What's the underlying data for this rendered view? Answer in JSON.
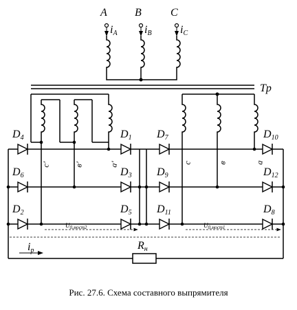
{
  "phases": {
    "a": {
      "name": "A",
      "current": "i",
      "current_sub": "A"
    },
    "b": {
      "name": "B",
      "current": "i",
      "current_sub": "B"
    },
    "c": {
      "name": "C",
      "current": "i",
      "current_sub": "C"
    }
  },
  "transformer_label": "Tp",
  "diodes": {
    "d1": {
      "label": "D",
      "sub": "1"
    },
    "d2": {
      "label": "D",
      "sub": "2"
    },
    "d3": {
      "label": "D",
      "sub": "3"
    },
    "d4": {
      "label": "D",
      "sub": "4"
    },
    "d5": {
      "label": "D",
      "sub": "5"
    },
    "d6": {
      "label": "D",
      "sub": "6"
    },
    "d7": {
      "label": "D",
      "sub": "7"
    },
    "d8": {
      "label": "D",
      "sub": "8"
    },
    "d9": {
      "label": "D",
      "sub": "9"
    },
    "d10": {
      "label": "D",
      "sub": "10"
    },
    "d11": {
      "label": "D",
      "sub": "11"
    },
    "d12": {
      "label": "D",
      "sub": "12"
    }
  },
  "node_labels": {
    "left_c": "c'",
    "left_b": "в'",
    "left_a": "a'",
    "right_c": "c",
    "right_b": "в",
    "right_a": "a"
  },
  "voltages": {
    "left": {
      "label": "U",
      "sub": "0.мост2"
    },
    "right": {
      "label": "U",
      "sub": "0.мост1"
    }
  },
  "load_current": {
    "label": "i",
    "sub": "р"
  },
  "load": {
    "label": "R",
    "sub": "н"
  },
  "caption": "Рис. 27.6. Схема составного выпрямителя"
}
